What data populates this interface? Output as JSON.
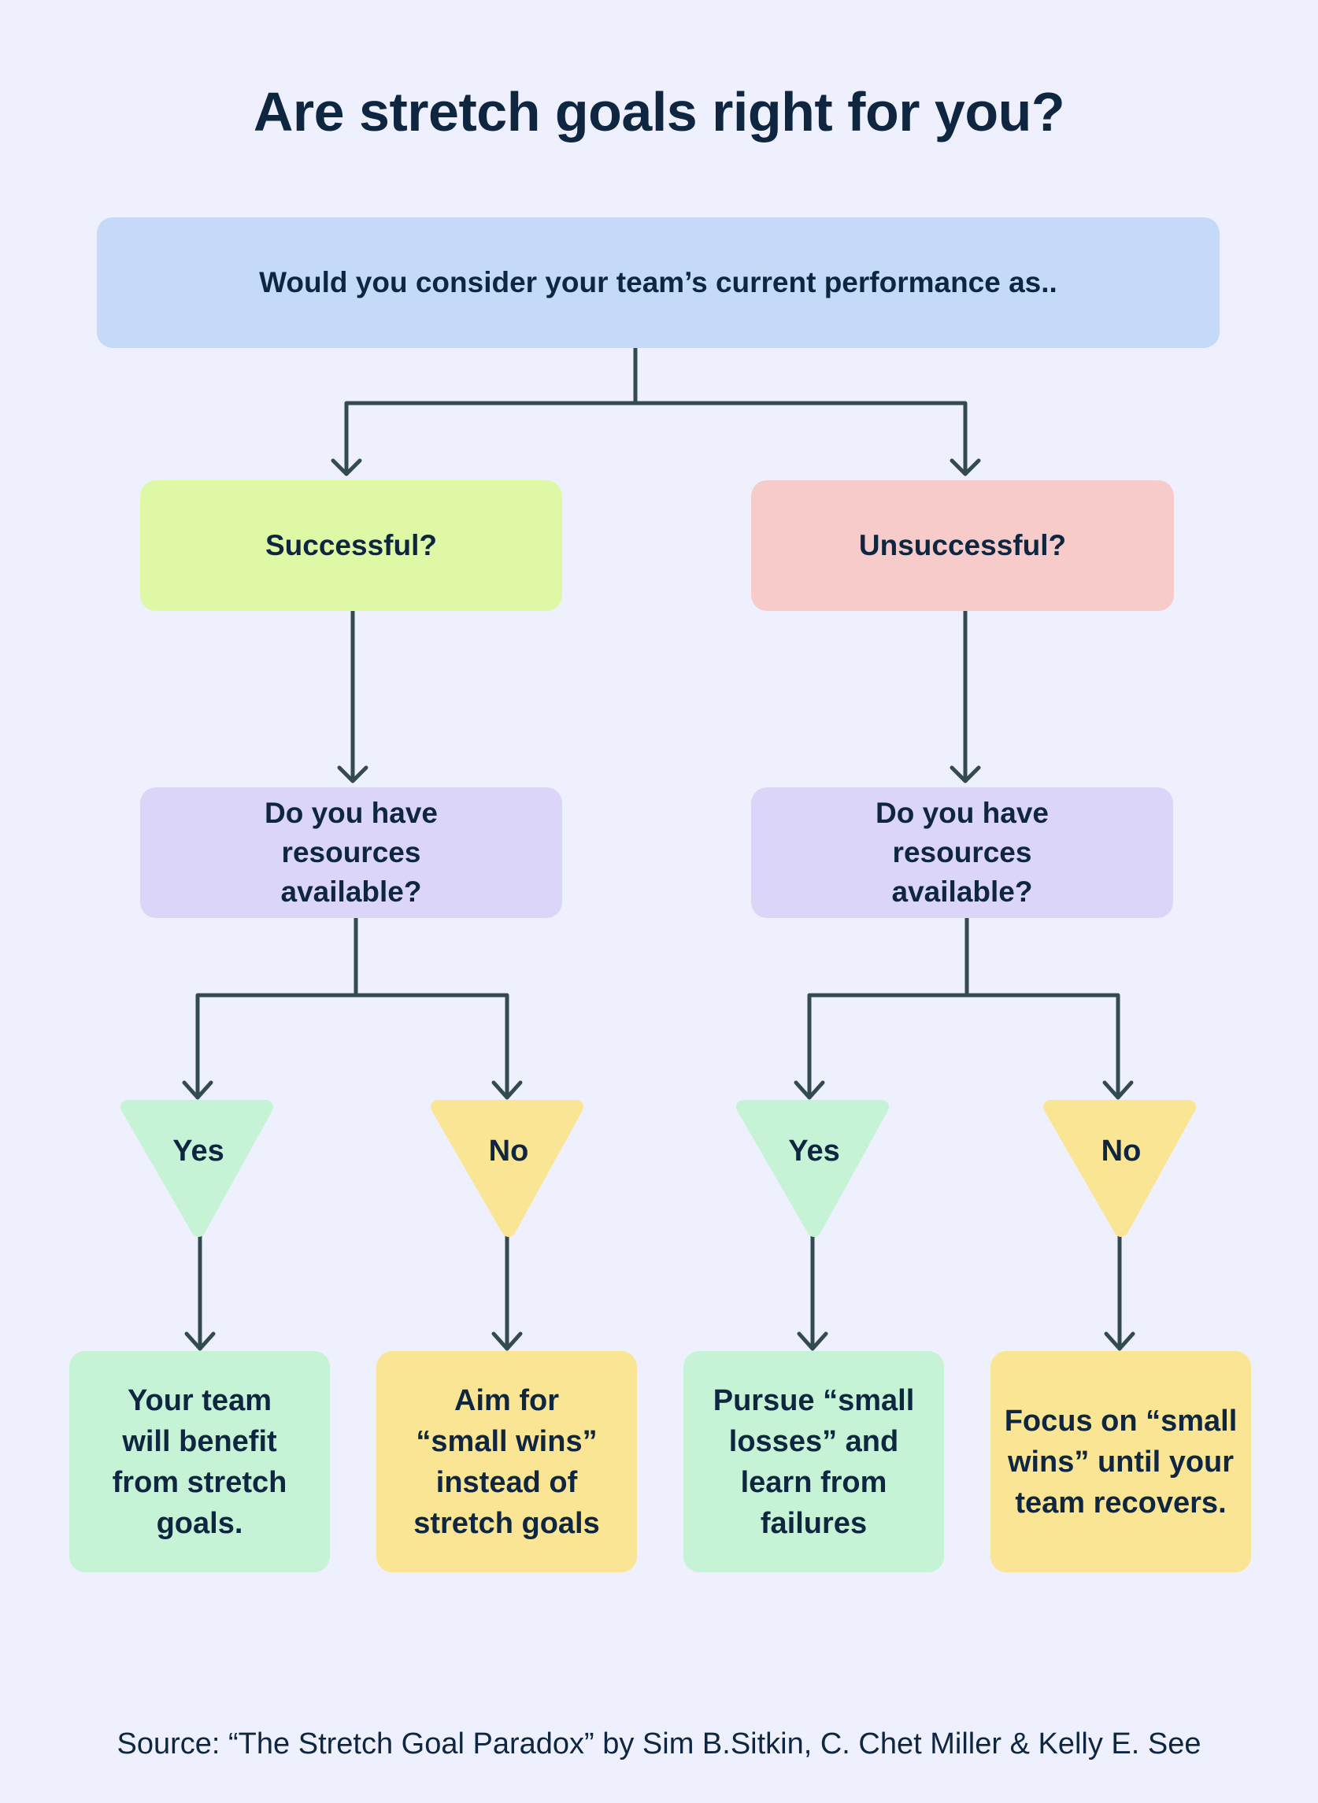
{
  "title": "Are stretch goals right for you?",
  "root_question": "Would you consider your team’s current performance as..",
  "branches": [
    {
      "label": "Successful?",
      "color": "#DFF8A6",
      "question": "Do you have resources available?",
      "answers": [
        {
          "label": "Yes",
          "color": "#C6F3D6",
          "outcome": "Your team will benefit from stretch goals."
        },
        {
          "label": "No",
          "color": "#F9E594",
          "outcome": "Aim for “small wins” instead of stretch goals"
        }
      ]
    },
    {
      "label": "Unsuccessful?",
      "color": "#F6CBCA",
      "question": "Do you have resources available?",
      "answers": [
        {
          "label": "Yes",
          "color": "#C6F3D6",
          "outcome": "Pursue “small losses” and learn from failures"
        },
        {
          "label": "No",
          "color": "#F9E594",
          "outcome": "Focus on “small wins” until your team recovers."
        }
      ]
    }
  ],
  "source": "Source: “The Stretch Goal Paradox” by Sim B.Sitkin, C. Chet Miller & Kelly E. See",
  "colors": {
    "background": "#EEF1FD",
    "text": "#0F2640",
    "connector": "#344A52",
    "root_box": "#C4DAF8",
    "question_box": "#DBD6F8"
  }
}
